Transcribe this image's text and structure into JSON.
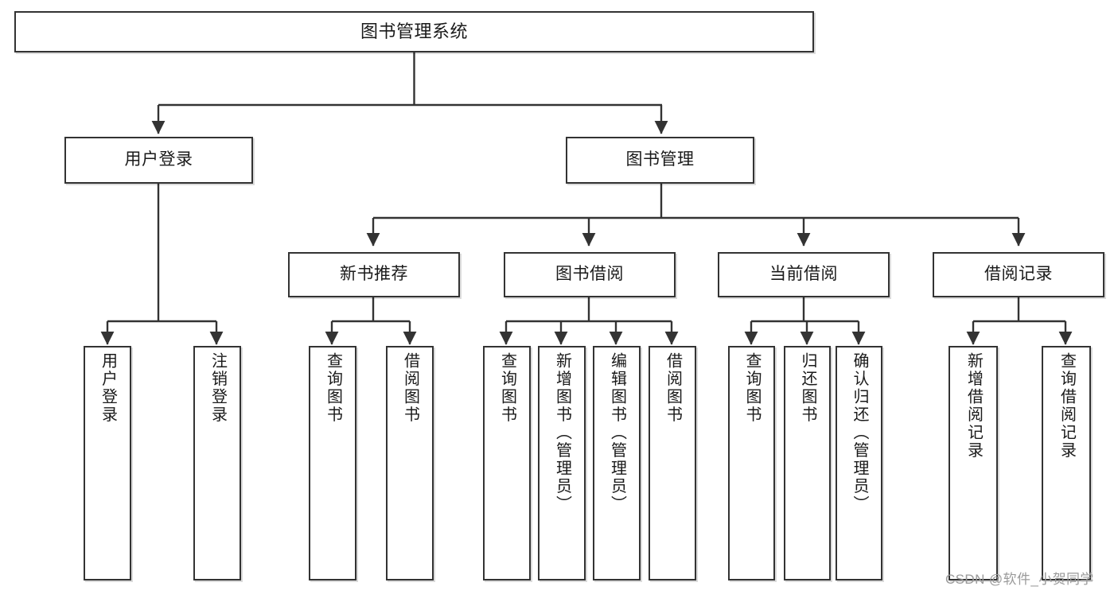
{
  "diagram": {
    "title": "图书管理系统",
    "type": "tree-hierarchy-diagram",
    "watermark": "CSDN @软件_小贺同学",
    "colors": {
      "box_border": "#333333",
      "box_fill": "#ffffff",
      "connector": "#333333",
      "text": "#1a1a1a",
      "watermark": "#9a9a9a",
      "background": "#ffffff"
    }
  },
  "root": {
    "label": "图书管理系统"
  },
  "level2": [
    {
      "label": "用户登录"
    },
    {
      "label": "图书管理"
    }
  ],
  "level3": [
    {
      "label": "新书推荐"
    },
    {
      "label": "图书借阅"
    },
    {
      "label": "当前借阅"
    },
    {
      "label": "借阅记录"
    }
  ],
  "leaves": {
    "user_login": [
      {
        "label": "用户登录"
      },
      {
        "label": "注销登录"
      }
    ],
    "new_book_recommend": [
      {
        "label": "查询图书"
      },
      {
        "label": "借阅图书"
      }
    ],
    "book_borrow": [
      {
        "label": "查询图书"
      },
      {
        "label": "新增图书（管理员）"
      },
      {
        "label": "编辑图书（管理员）"
      },
      {
        "label": "借阅图书"
      }
    ],
    "current_borrow": [
      {
        "label": "查询图书"
      },
      {
        "label": "归还图书"
      },
      {
        "label": "确认归还（管理员）"
      }
    ],
    "borrow_record": [
      {
        "label": "新增借阅记录"
      },
      {
        "label": "查询借阅记录"
      }
    ]
  }
}
